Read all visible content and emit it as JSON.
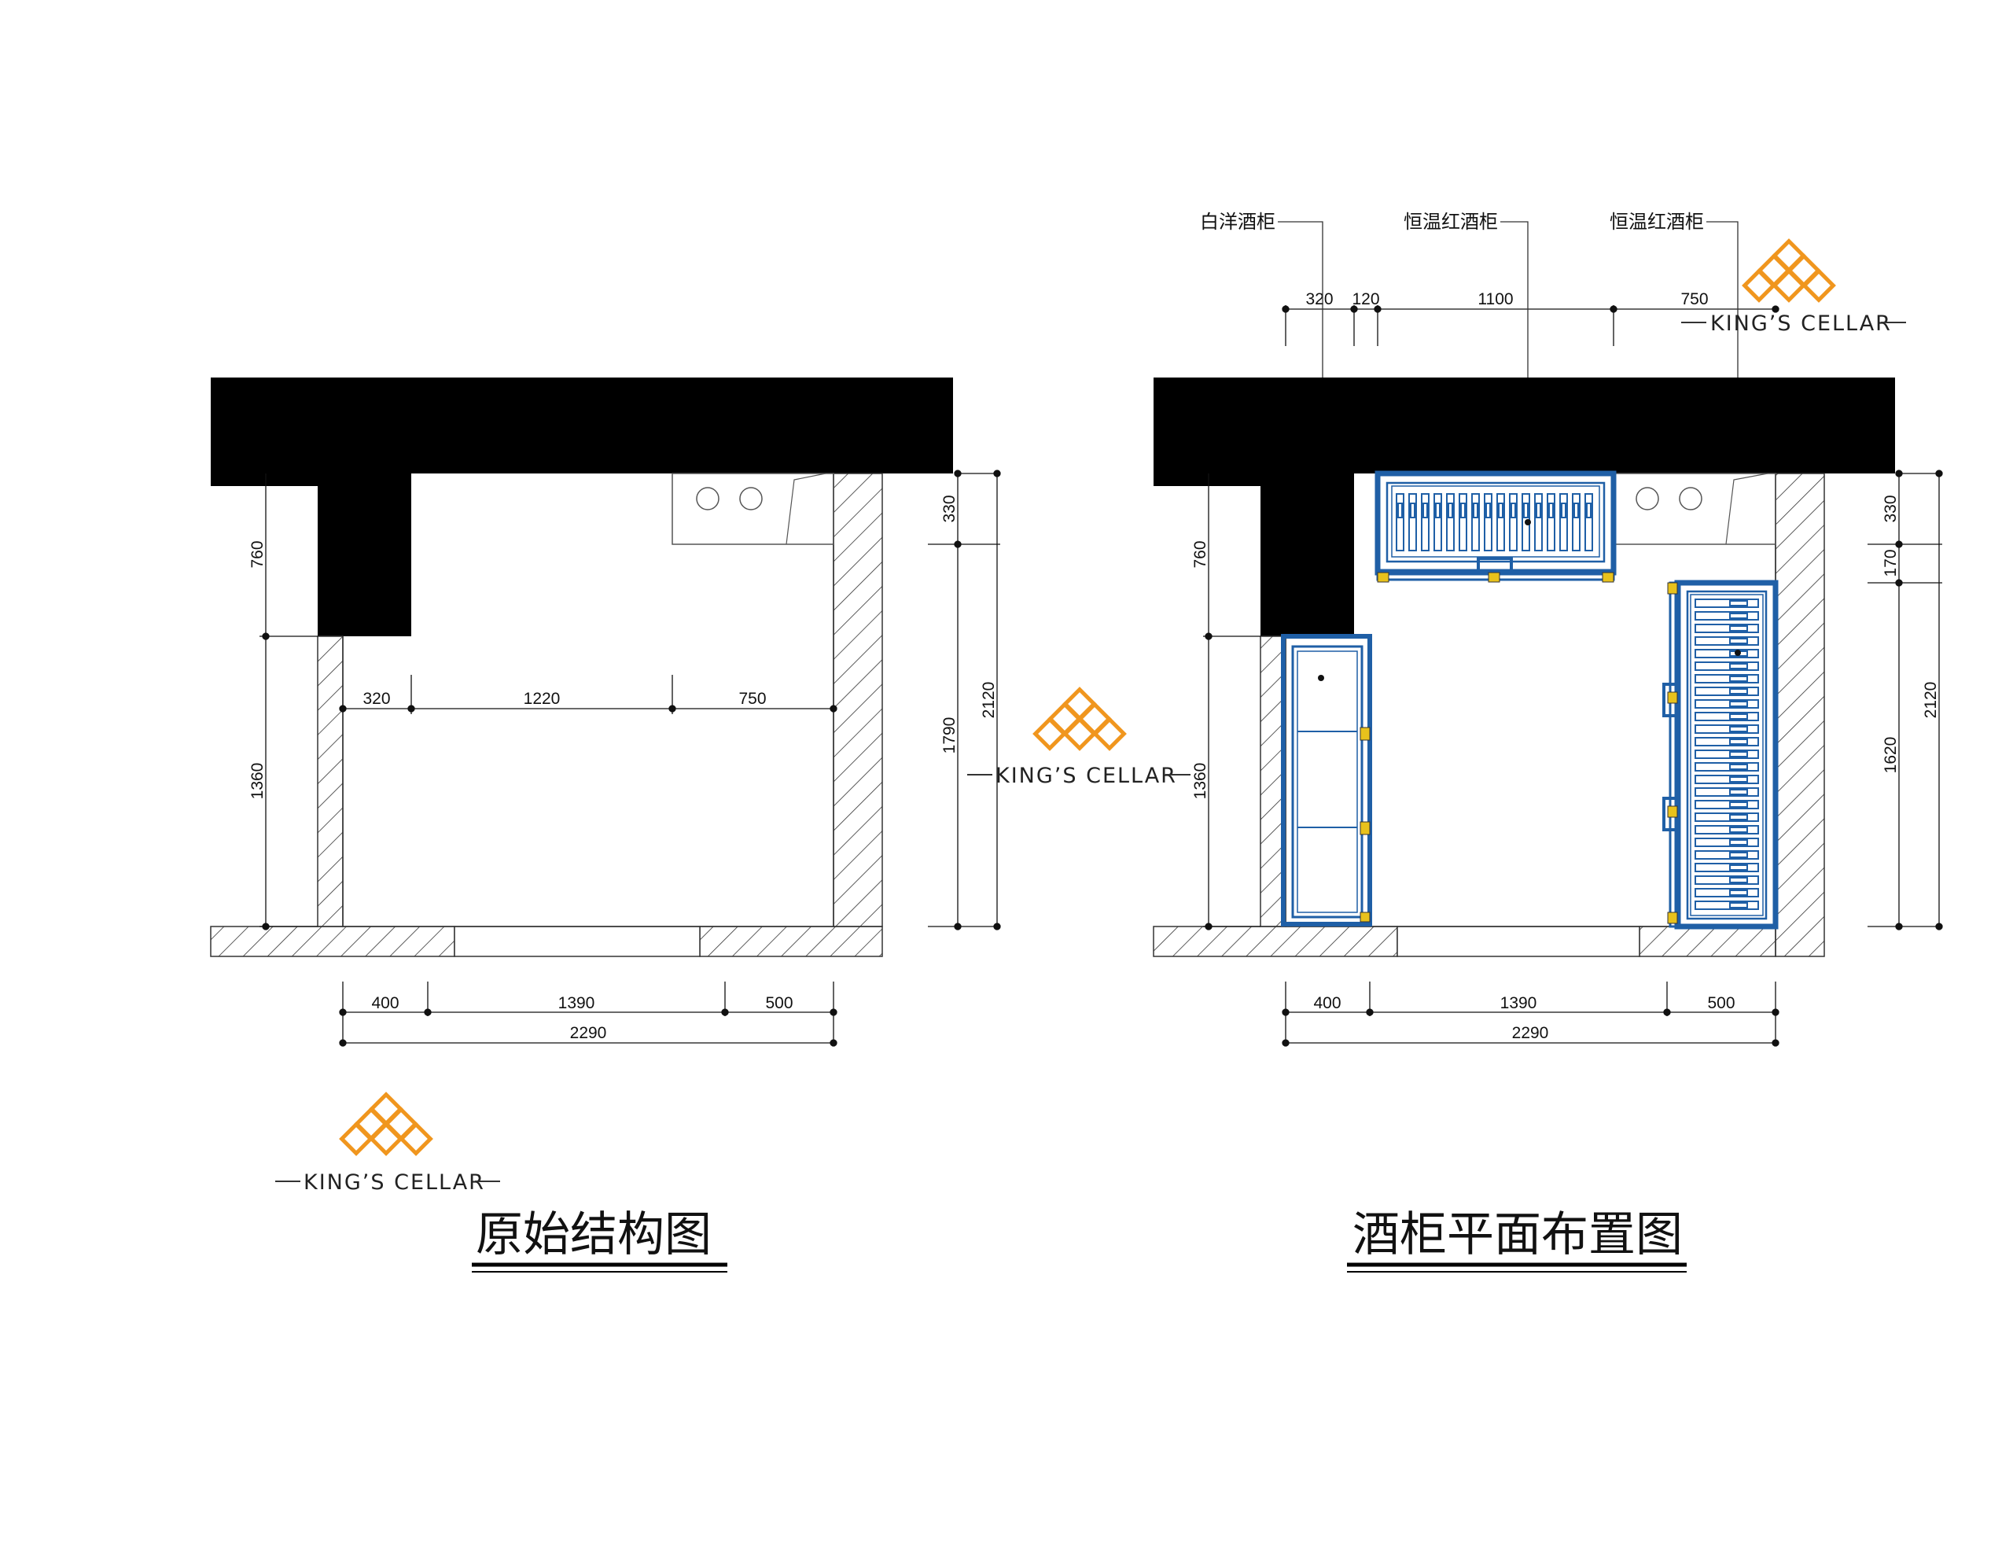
{
  "brand": {
    "name": "KING’S CELLAR",
    "logo_color": "#f0961e"
  },
  "colors": {
    "wall": "#000000",
    "cabinet": "#1f5fa6",
    "accent": "#e8c21c"
  },
  "left_plan": {
    "title": "原始结构图",
    "dims": {
      "top_320": "320",
      "top_1220": "1220",
      "top_750": "750",
      "left_760": "760",
      "left_1360": "1360",
      "right_330": "330",
      "right_1790": "1790",
      "right_2120": "2120",
      "bottom_400": "400",
      "bottom_1390": "1390",
      "bottom_500": "500",
      "bottom_2290": "2290"
    }
  },
  "right_plan": {
    "title": "酒柜平面布置图",
    "callouts": {
      "white_cabinet": "白洋酒柜",
      "red_cabinet_1": "恒温红酒柜",
      "red_cabinet_2": "恒温红酒柜"
    },
    "dims": {
      "top_320": "320",
      "top_120": "120",
      "top_1100": "1100",
      "top_750": "750",
      "left_760": "760",
      "left_1360": "1360",
      "right_330": "330",
      "right_170": "170",
      "right_1620": "1620",
      "right_2120": "2120",
      "bottom_400": "400",
      "bottom_1390": "1390",
      "bottom_500": "500",
      "bottom_2290": "2290"
    }
  }
}
